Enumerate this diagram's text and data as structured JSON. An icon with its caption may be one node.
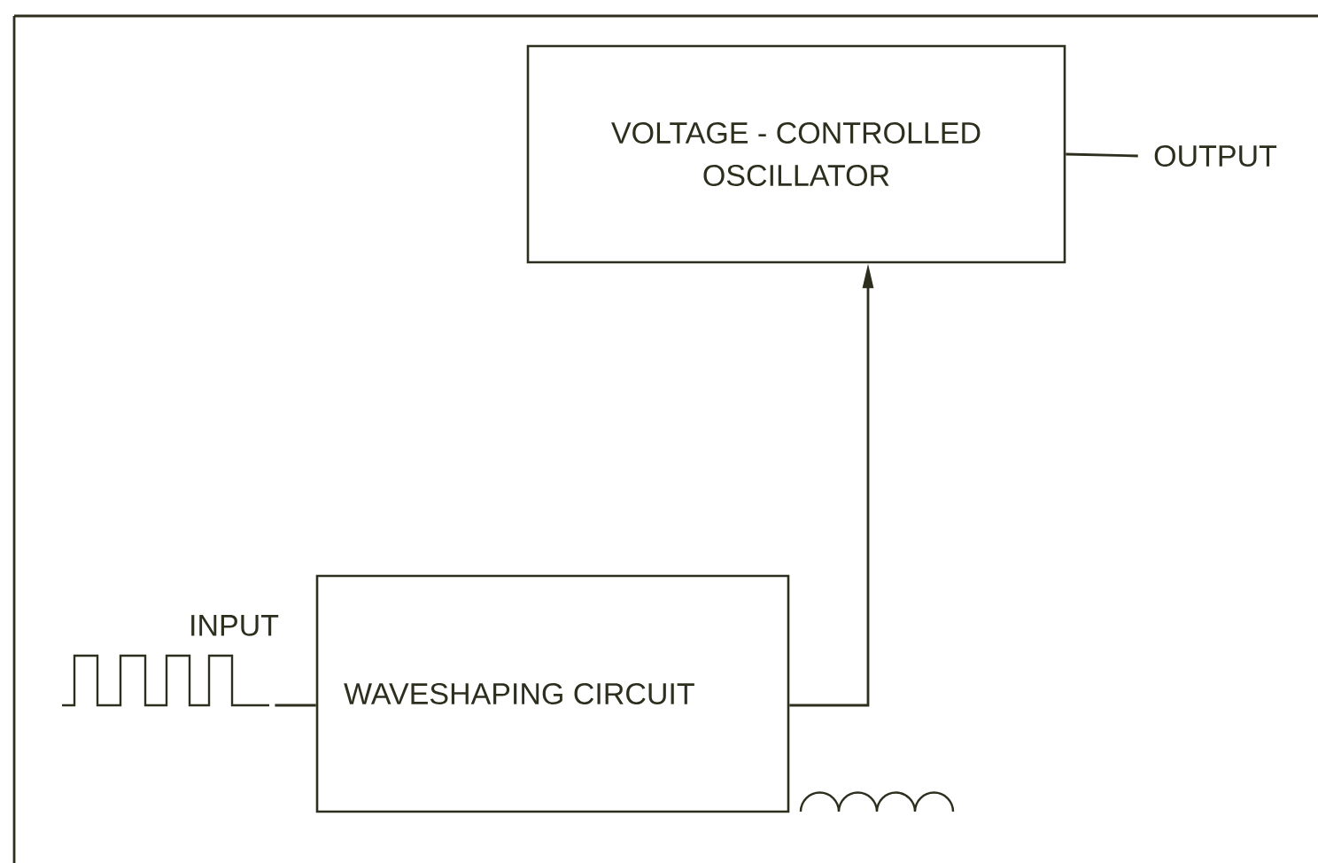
{
  "diagram": {
    "nodes": [
      {
        "text": [
          "VOLTAGE - CONTROLLED OSCILLATOR"
        ]
      },
      {
        "text": [
          "WAVESHAPING CIRCUIT"
        ]
      },
      {
        "text": [
          "OUTPUT"
        ]
      },
      {
        "text": [
          "INPUT"
        ]
      }
    ],
    "edges": [
      {
        "from": 1,
        "to": 0,
        "arrow": "to"
      },
      {
        "from": 0,
        "to": 2,
        "arrow": "none"
      },
      {
        "from": 3,
        "to": 1,
        "arrow": "none"
      }
    ]
  }
}
